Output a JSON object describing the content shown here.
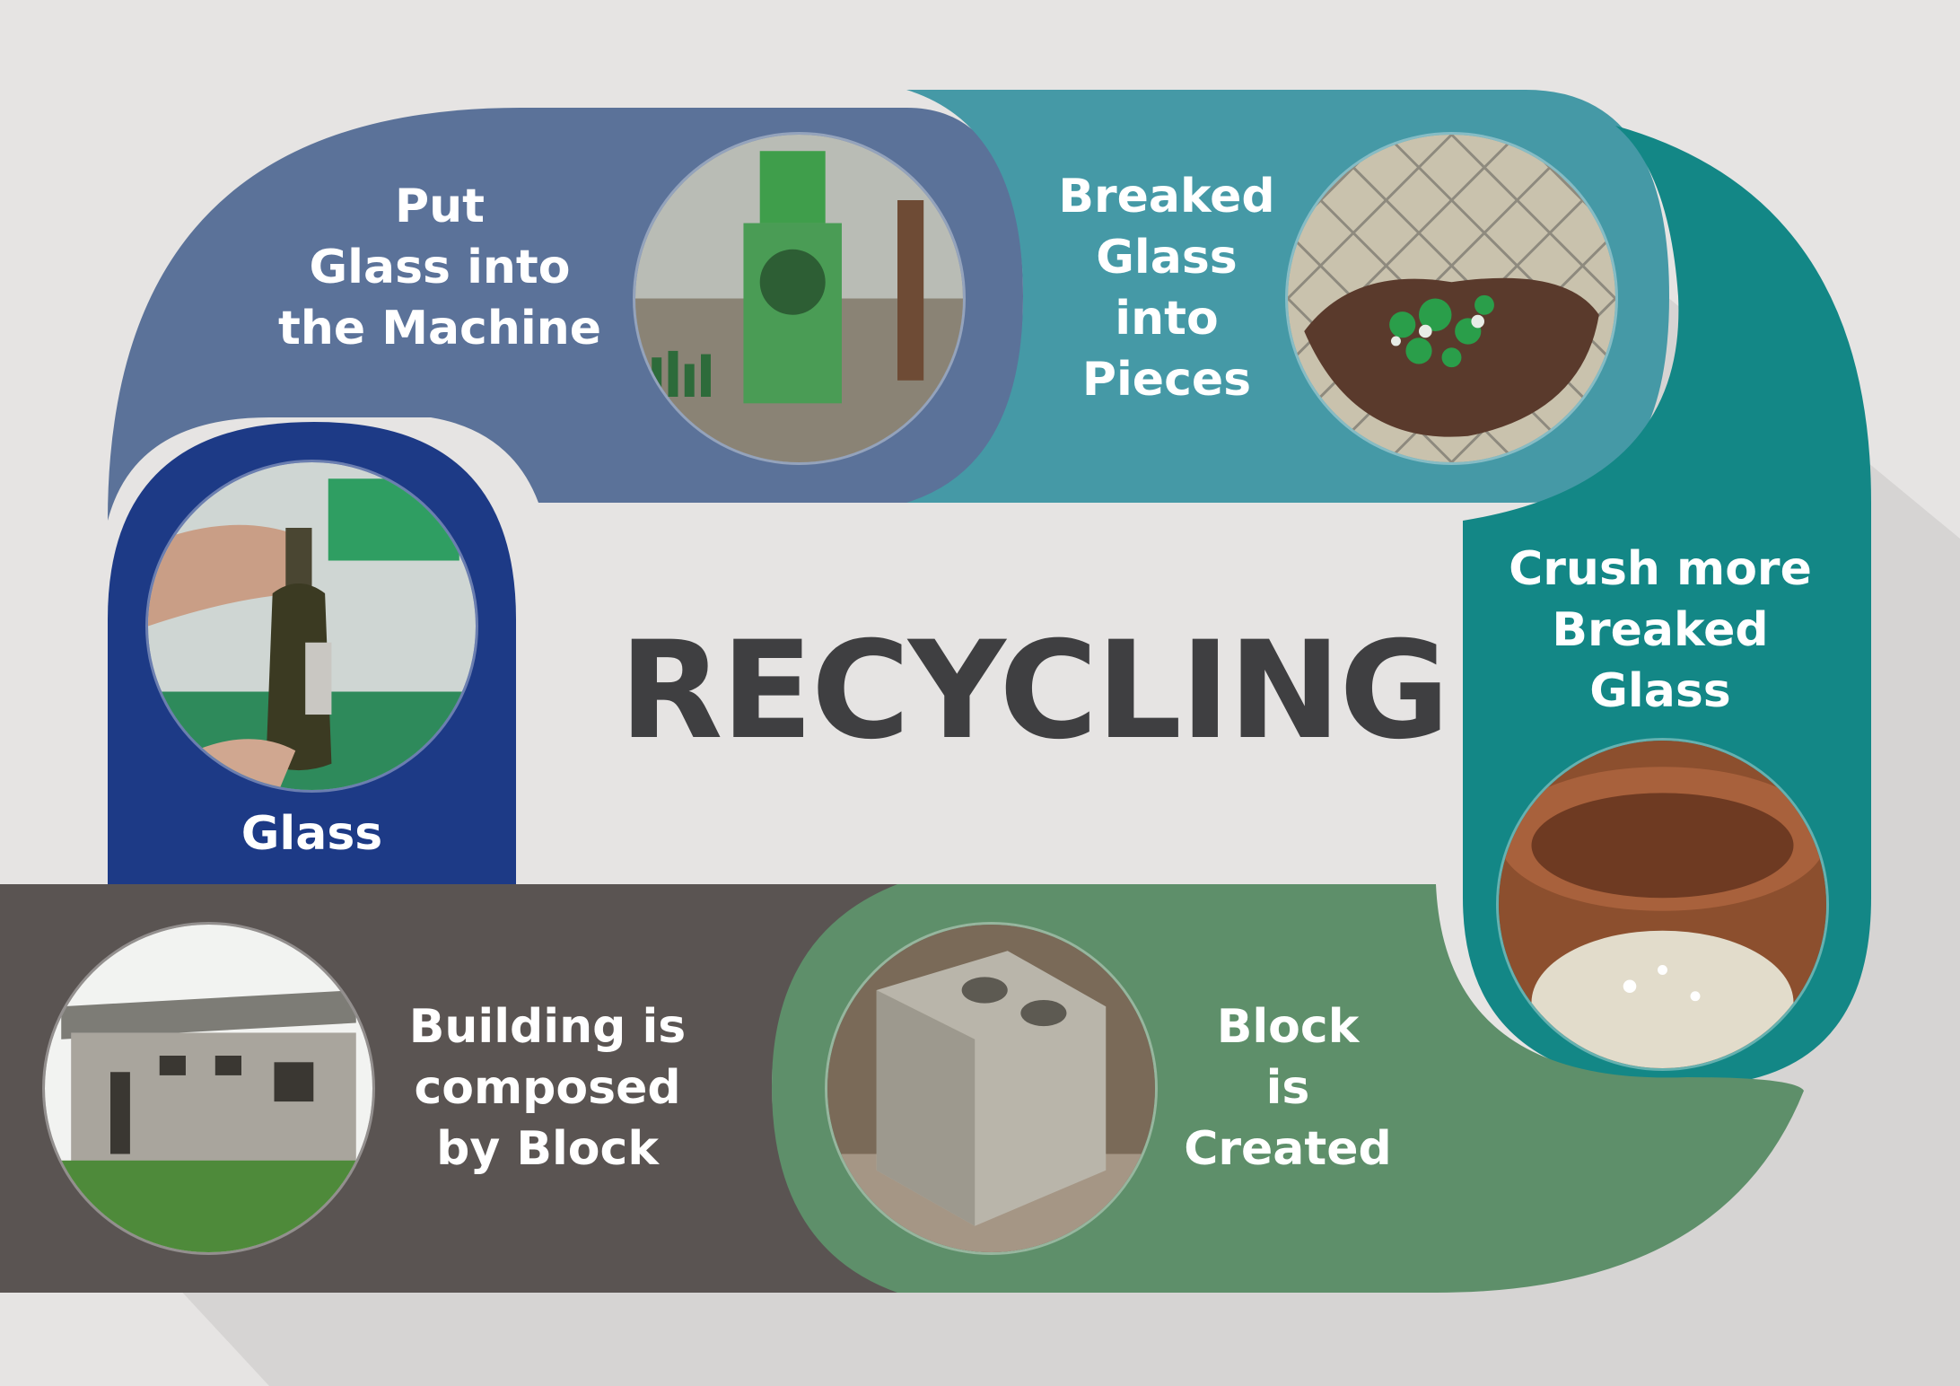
{
  "title": "RECYCLING",
  "steps": [
    {
      "label": "Glass",
      "color": "#1d3a86",
      "image": "hand-holding-wine-bottle-photo"
    },
    {
      "label": "Put\nGlass into\nthe Machine",
      "color": "#5b7299",
      "image": "glass-crushing-machine-photo"
    },
    {
      "label": "Breaked\nGlass\ninto\nPieces",
      "color": "#4599a6",
      "image": "hand-with-broken-glass-photo"
    },
    {
      "label": "Crush more\nBreaked\nGlass",
      "color": "#138786",
      "image": "crushed-glass-in-drum-photo"
    },
    {
      "label": "Block\nis\nCreated",
      "color": "#5e8f6a",
      "image": "concrete-block-photo"
    },
    {
      "label": "Building is\ncomposed\nby Block",
      "color": "#5a5452",
      "image": "block-building-photo"
    }
  ]
}
